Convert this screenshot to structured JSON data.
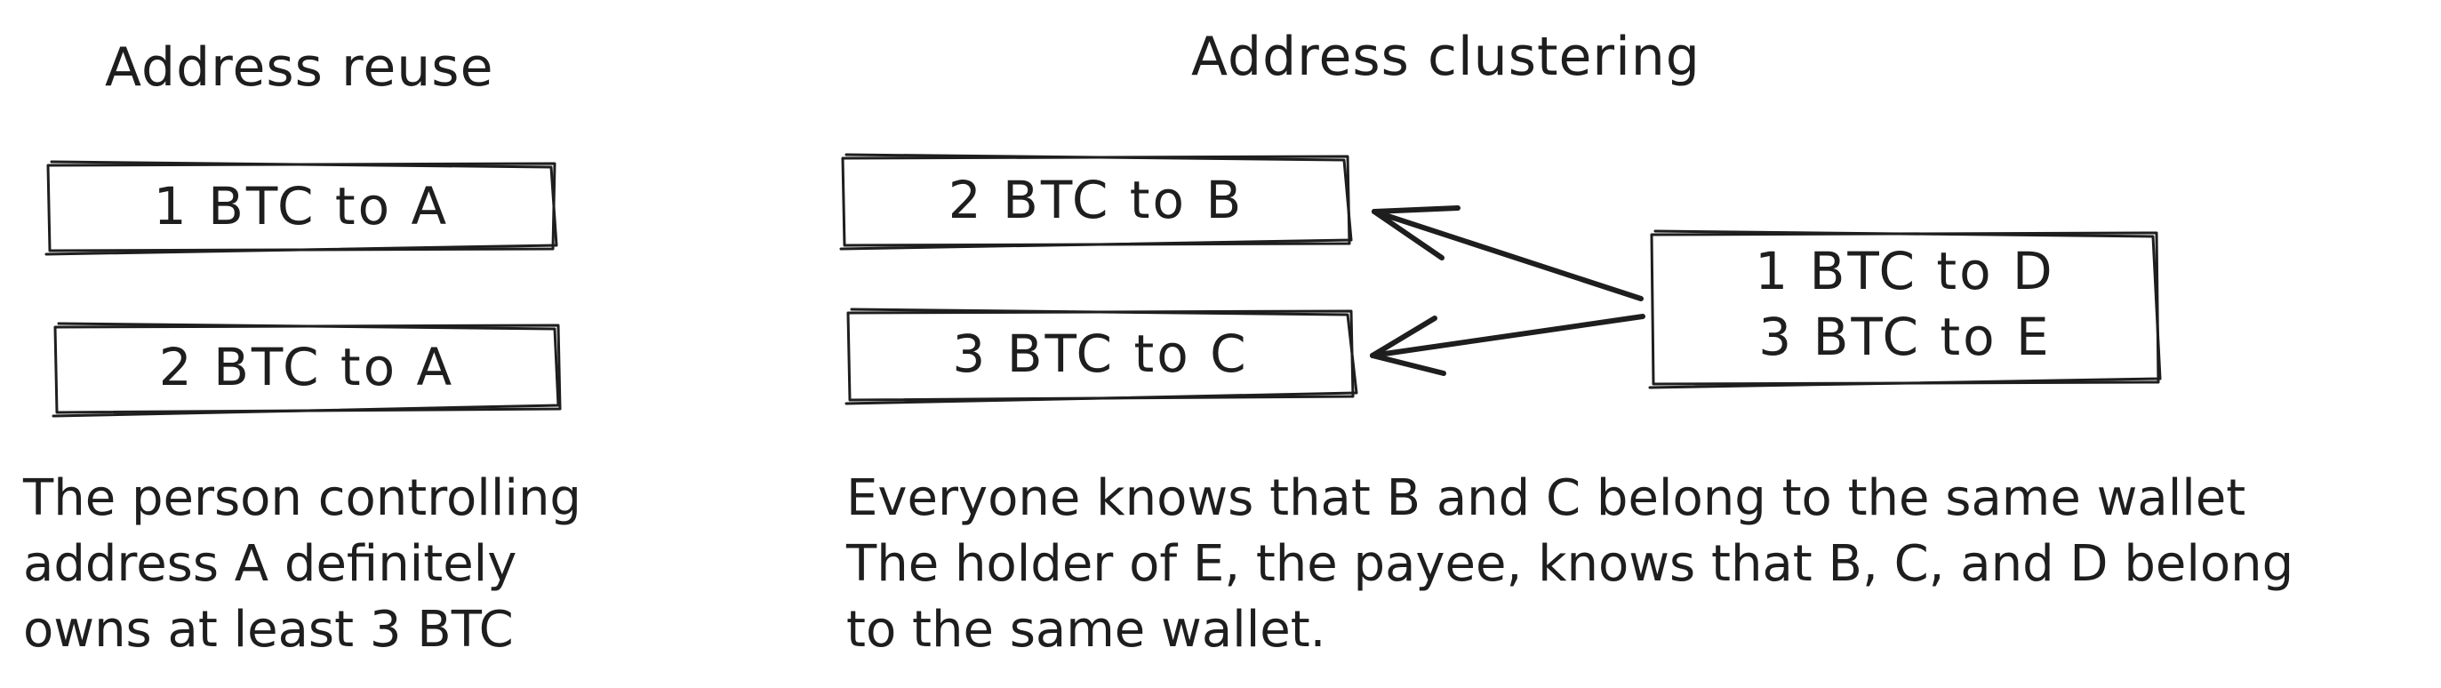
{
  "diagram": {
    "reuse": {
      "heading": "Address reuse",
      "tx1": "1 BTC to A",
      "tx2": "2 BTC to A",
      "caption": [
        "The person controlling",
        "address A definitely",
        "owns at least 3 BTC"
      ]
    },
    "clustering": {
      "heading": "Address clustering",
      "out_b": "2 BTC to B",
      "out_c": "3 BTC to C",
      "source_line1": "1 BTC to D",
      "source_line2": "3 BTC to E",
      "caption": [
        "Everyone knows that B and C belong to the same wallet",
        "The holder of E, the payee, knows that B, C, and D belong",
        "to the same wallet."
      ]
    }
  }
}
